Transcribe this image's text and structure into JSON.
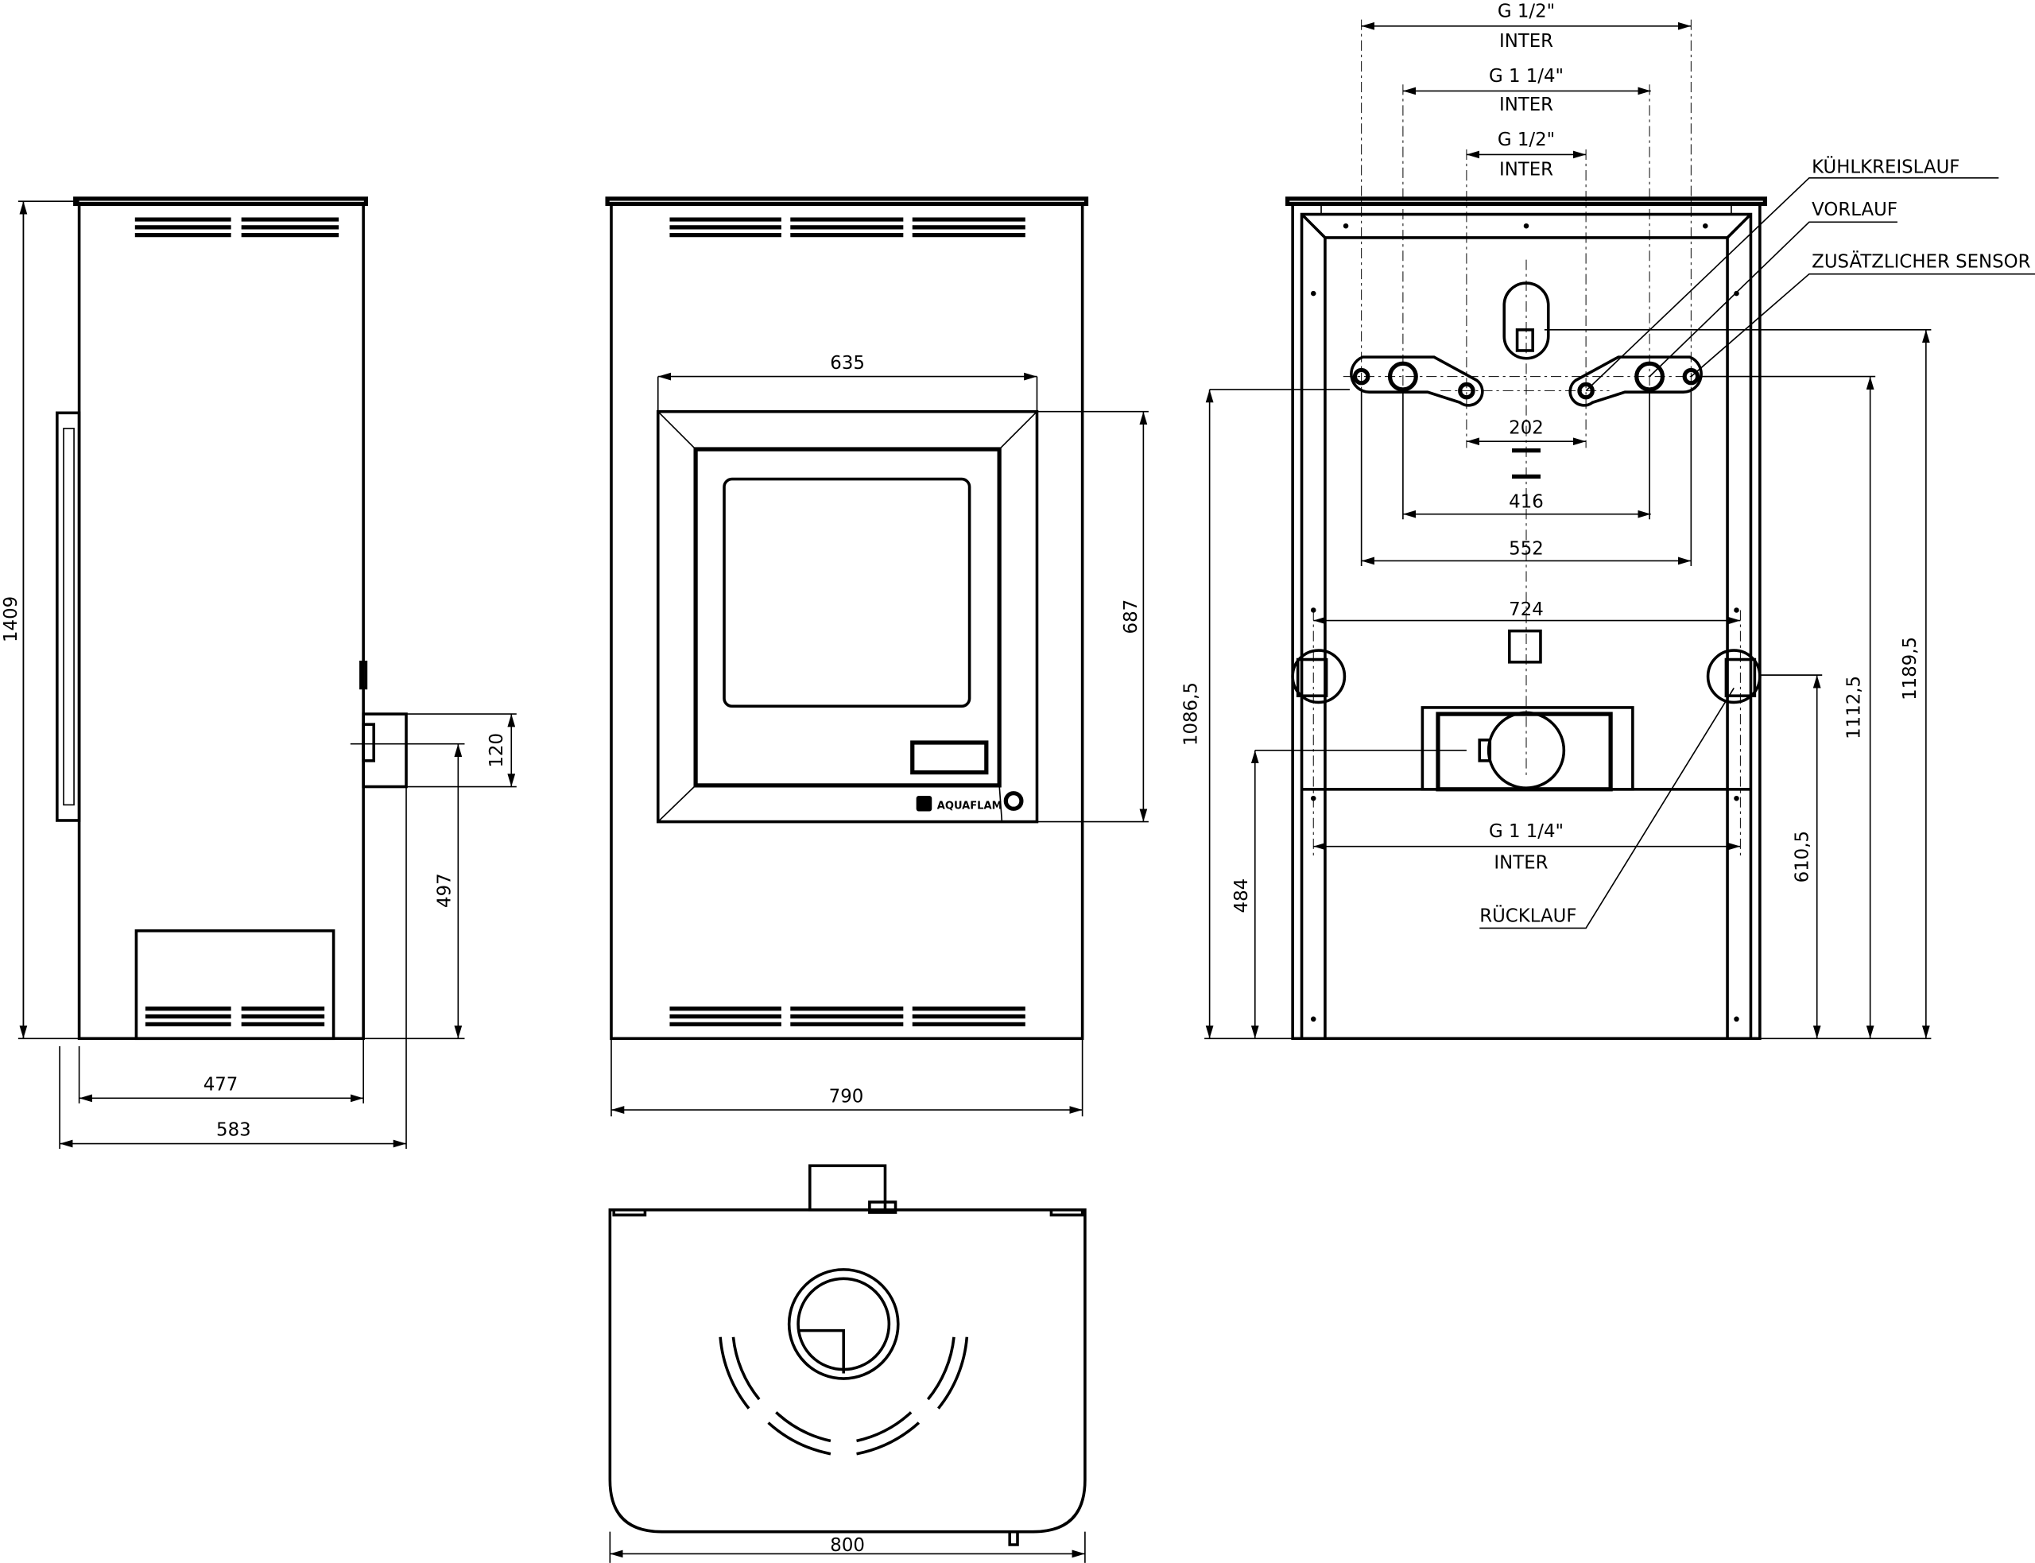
{
  "colors": {
    "line": "#000000",
    "background": "#ffffff"
  },
  "side_view": {
    "height": "1409",
    "depth_body": "477",
    "depth_total": "583",
    "connector_height": "120",
    "connector_elevation": "497"
  },
  "front_view": {
    "door_width": "635",
    "door_height": "687",
    "width": "790",
    "logo": "AQUAFLAM"
  },
  "top_view": {
    "width": "800"
  },
  "back_view": {
    "top_dims": [
      {
        "size": "G 1/2\"",
        "type": "INTER"
      },
      {
        "size": "G 1 1/4\"",
        "type": "INTER"
      },
      {
        "size": "G 1/2\"",
        "type": "INTER"
      }
    ],
    "spacings": [
      "202",
      "416",
      "552",
      "724"
    ],
    "bottom_dim": {
      "size": "G 1 1/4\"",
      "type": "INTER"
    },
    "heights": [
      "1086,5",
      "484",
      "610,5",
      "1112,5",
      "1189,5"
    ],
    "labels": {
      "cooling": "KÜHLKREISLAUF",
      "flow": "VORLAUF",
      "sensor": "ZUSÄTZLICHER SENSOR",
      "return": "RÜCKLAUF"
    }
  }
}
